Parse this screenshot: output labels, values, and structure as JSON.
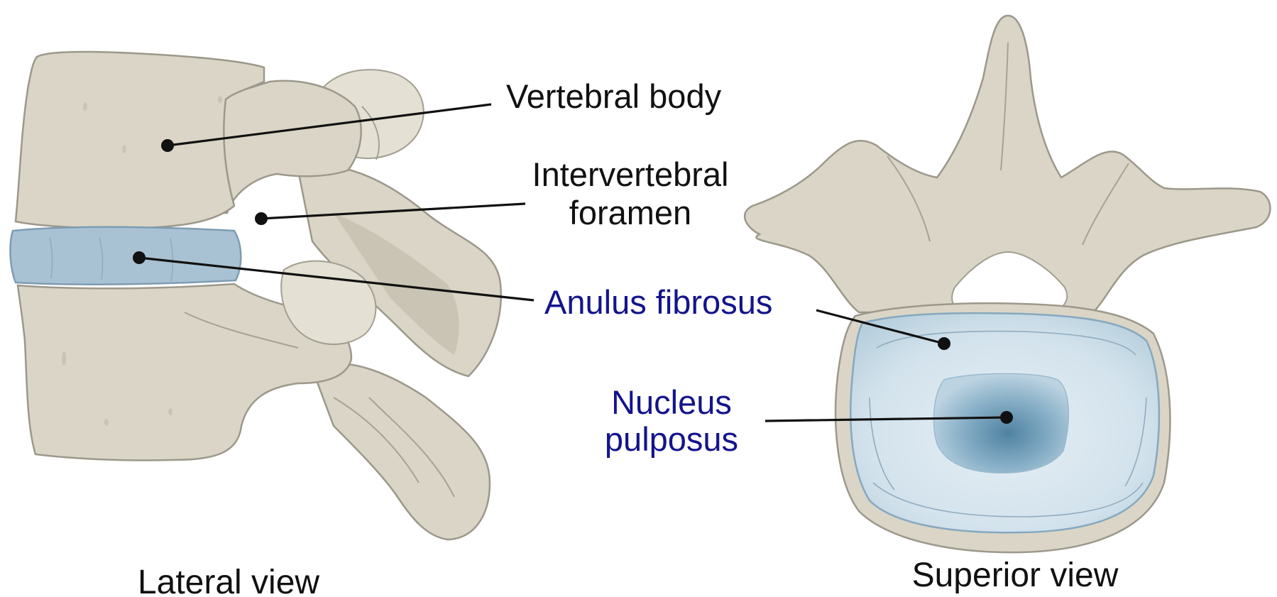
{
  "labels": {
    "vertebral_body": "Vertebral body",
    "intervertebral_foramen_line1": "Intervertebral",
    "intervertebral_foramen_line2": "foramen",
    "anulus_fibrosus": "Anulus fibrosus",
    "nucleus_pulposus_line1": "Nucleus",
    "nucleus_pulposus_line2": "pulposus"
  },
  "captions": {
    "lateral": "Lateral view",
    "superior": "Superior view"
  },
  "colors": {
    "bone": "#dad5c6",
    "disc": "#a9c2d3",
    "anulus": "#c9dbe6",
    "nucleus": "#5f90ad",
    "label_black": "#111111",
    "label_blue": "#14148c"
  }
}
